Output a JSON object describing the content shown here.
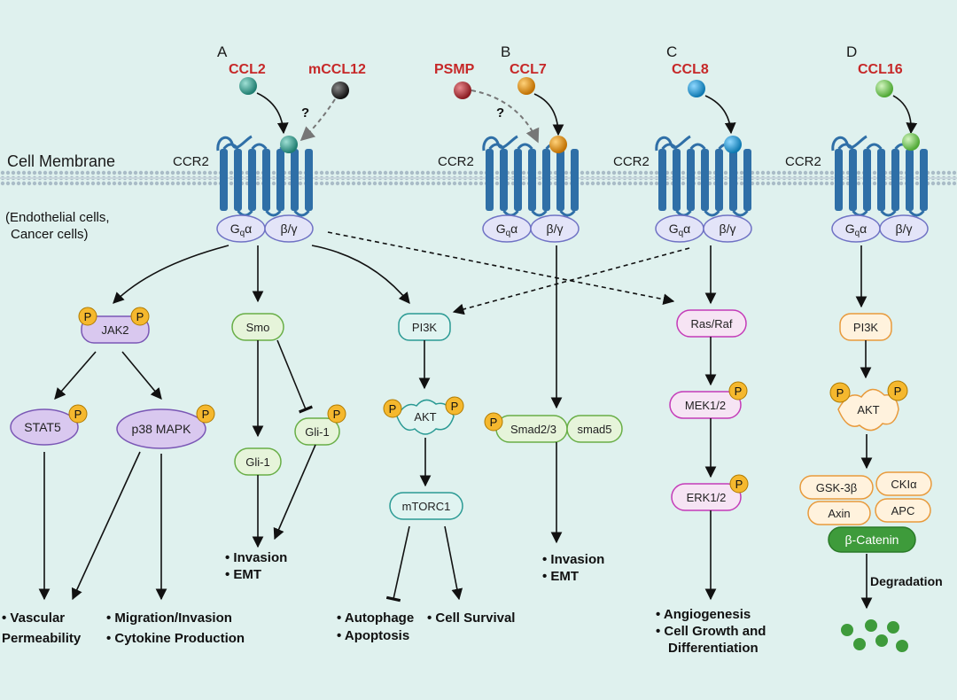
{
  "panels": [
    "A",
    "B",
    "C",
    "D"
  ],
  "ligands": {
    "ccl2": "CCL2",
    "mccl12": "mCCL12",
    "psmp": "PSMP",
    "ccl7": "CCL7",
    "ccl8": "CCL8",
    "ccl16": "CCL16"
  },
  "receptor_label": "CCR2",
  "unknown_mark": "?",
  "membrane": {
    "title": "Cell Membrane",
    "note1": "(Endothelial cells,",
    "note2": "Cancer cells)"
  },
  "gproteins": {
    "galpha_main": "G",
    "galpha_sub": "q",
    "galpha_tail": "α",
    "gbg": "β/γ"
  },
  "phospho": "P",
  "nodes": {
    "jak2": "JAK2",
    "stat5": "STAT5",
    "p38": "p38 MAPK",
    "smo": "Smo",
    "gli1": "Gli-1",
    "pi3k": "PI3K",
    "akt": "AKT",
    "mtorc1": "mTORC1",
    "smad23": "Smad2/3",
    "smad5": "smad5",
    "rasraf": "Ras/Raf",
    "mek": "MEK1/2",
    "erk": "ERK1/2",
    "gsk3b": "GSK-3β",
    "ck1a": "CKIα",
    "axin": "Axin",
    "apc": "APC",
    "bcatenin": "β-Catenin"
  },
  "outcomes": {
    "vascular1": "• Vascular",
    "vascular2": "Permeability",
    "migration": "• Migration/Invasion",
    "cytokine": "• Cytokine Production",
    "smo_invasion": "• Invasion",
    "smo_emt": "• EMT",
    "autophage": "• Autophage",
    "apoptosis": "• Apoptosis",
    "survival": "• Cell  Survival",
    "smad_invasion": "• Invasion",
    "smad_emt": "• EMT",
    "angiogenesis": "• Angiogenesis",
    "growth": "• Cell Growth and",
    "differentiation": "Differentiation",
    "degradation": "Degradation"
  },
  "colors": {
    "background": "#dff1ee",
    "ligand_text": "#c62828",
    "receptor": "#2f6fa7",
    "gprotein_fill": "#e3e4f8",
    "gprotein_stroke": "#6f72c4",
    "phospho_fill": "#f5b82e",
    "jak_fill": "#d9c8ef",
    "jak_stroke": "#7a57b5",
    "smo_stroke": "#68ae46",
    "pi3k_stroke": "#2a9a94",
    "ras_stroke": "#c43bb8",
    "d_stroke": "#e89a3c",
    "bcatenin_fill": "#3e9b3b",
    "ccl2": "#2f9e8f",
    "mccl12": "#2a2a2a",
    "psmp": "#b02a30",
    "ccl7": "#d9880e",
    "ccl8": "#1e9ad6",
    "ccl16": "#7cc95c"
  }
}
